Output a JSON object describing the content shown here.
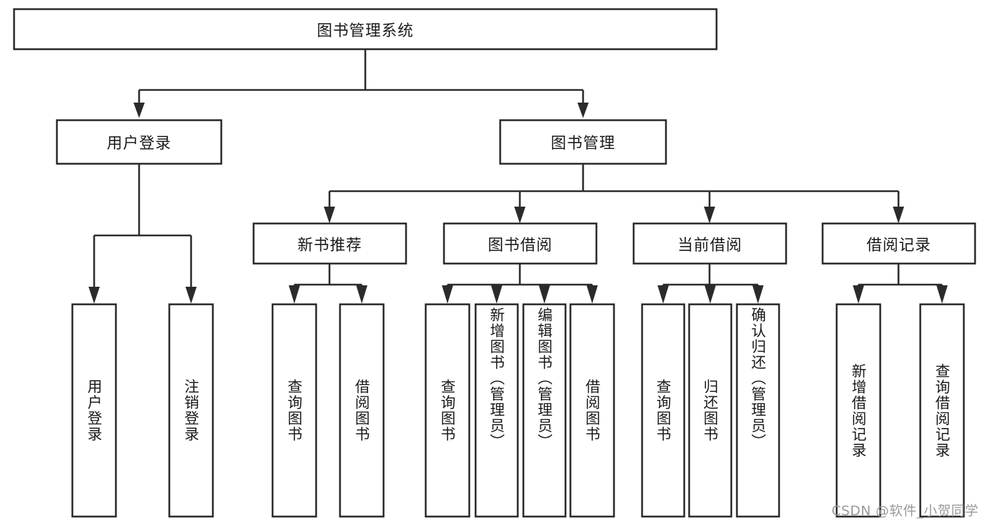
{
  "diagram": {
    "title": "图书管理系统",
    "type": "hierarchy-tree",
    "watermark": "CSDN @软件_小贺同学",
    "root": {
      "label": "图书管理系统",
      "level": 0
    },
    "level1": [
      {
        "id": "user-login",
        "label": "用户登录"
      },
      {
        "id": "book-manage",
        "label": "图书管理"
      }
    ],
    "level2": [
      {
        "id": "new-book-recommend",
        "label": "新书推荐",
        "parent": "book-manage"
      },
      {
        "id": "book-borrow",
        "label": "图书借阅",
        "parent": "book-manage"
      },
      {
        "id": "current-borrow",
        "label": "当前借阅",
        "parent": "book-manage"
      },
      {
        "id": "borrow-record",
        "label": "借阅记录",
        "parent": "book-manage"
      }
    ],
    "leaves": {
      "user-login": [
        {
          "id": "leaf-user-login",
          "label": "用户登录"
        },
        {
          "id": "leaf-logout",
          "label": "注销登录"
        }
      ],
      "new-book-recommend": [
        {
          "id": "leaf-query-book-1",
          "label": "查询图书"
        },
        {
          "id": "leaf-borrow-book-1",
          "label": "借阅图书"
        }
      ],
      "book-borrow": [
        {
          "id": "leaf-query-book-2",
          "label": "查询图书"
        },
        {
          "id": "leaf-add-book",
          "label": "新增图书（管理员）"
        },
        {
          "id": "leaf-edit-book",
          "label": "编辑图书（管理员）"
        },
        {
          "id": "leaf-borrow-book-2",
          "label": "借阅图书"
        }
      ],
      "current-borrow": [
        {
          "id": "leaf-query-book-3",
          "label": "查询图书"
        },
        {
          "id": "leaf-return-book",
          "label": "归还图书"
        },
        {
          "id": "leaf-confirm-return",
          "label": "确认归还（管理员）"
        }
      ],
      "borrow-record": [
        {
          "id": "leaf-add-record",
          "label": "新增借阅记录"
        },
        {
          "id": "leaf-query-record",
          "label": "查询借阅记录"
        }
      ]
    },
    "colors": {
      "stroke": "#2b2b2b",
      "fill": "#ffffff",
      "text": "#1a1a1a",
      "watermark": "#9a9a9a",
      "background": "#ffffff"
    }
  }
}
